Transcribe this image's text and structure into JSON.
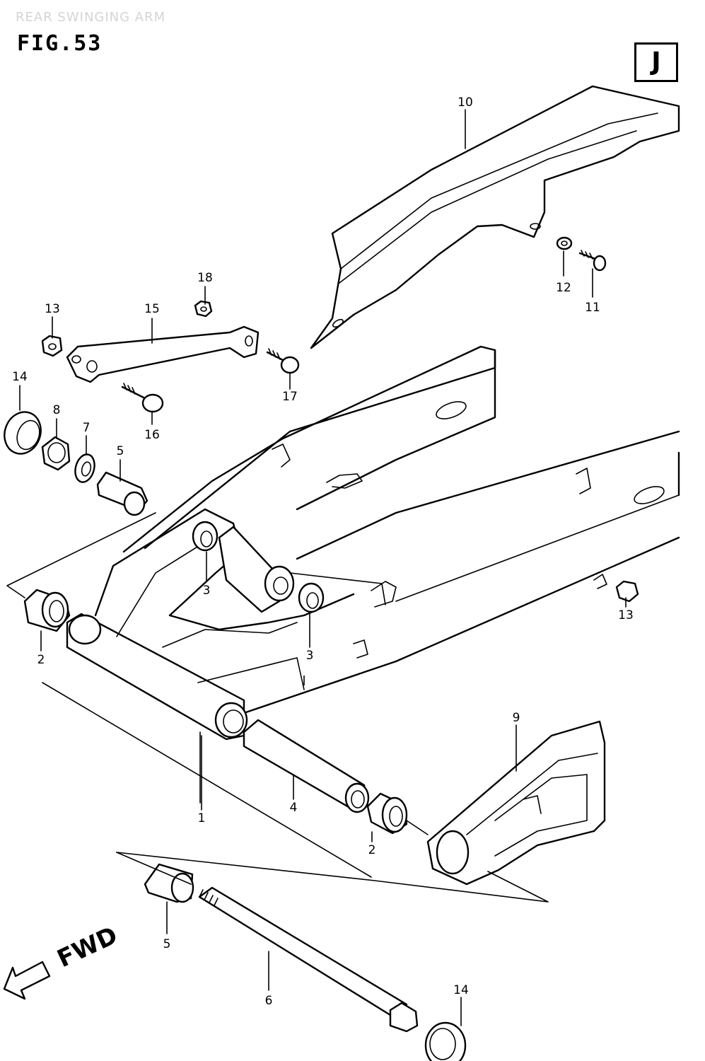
{
  "header": {
    "title": "REAR SWINGING ARM",
    "figure": "FIG.53",
    "badge": "J"
  },
  "direction": {
    "label": "FWD"
  },
  "callouts": [
    "10",
    "12",
    "11",
    "18",
    "13",
    "15",
    "17",
    "14",
    "8",
    "7",
    "5",
    "16",
    "13",
    "3",
    "3",
    "2",
    "1",
    "9",
    "4",
    "2",
    "5",
    "6",
    "14"
  ]
}
